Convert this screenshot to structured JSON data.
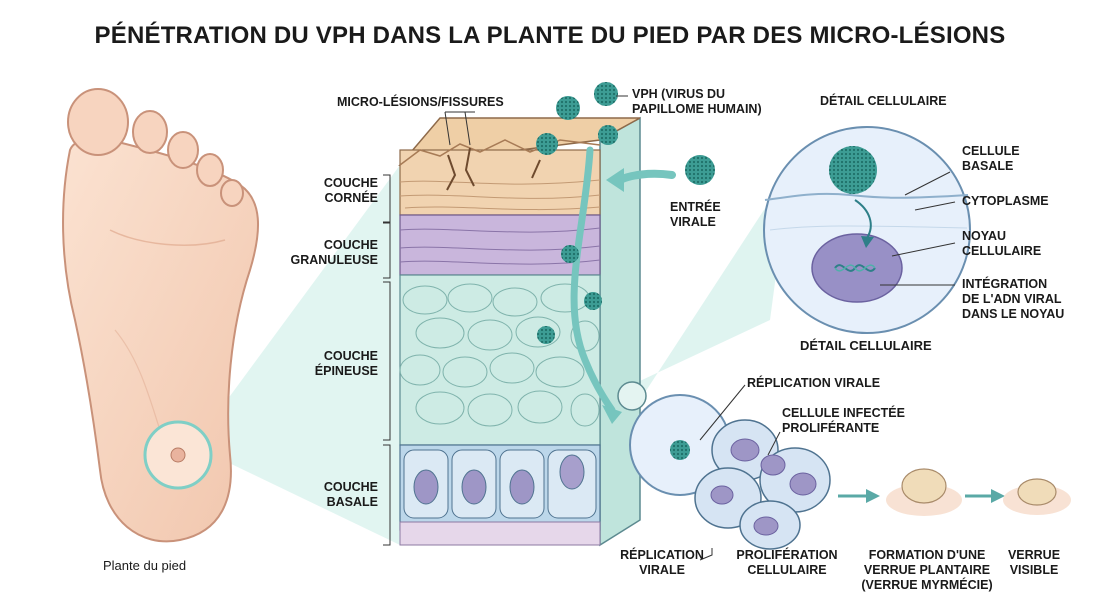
{
  "title": "PÉNÉTRATION DU VPH DANS LA PLANTE DU PIED PAR DES MICRO-LÉSIONS",
  "foot_caption": "Plante du pied",
  "labels": {
    "micro_lesions": "MICRO-LÉSIONS/FISSURES",
    "vph_1": "VPH (VIRUS DU",
    "vph_2": "PAPILLOME HUMAIN)",
    "entree_1": "ENTRÉE",
    "entree_2": "VIRALE",
    "cornee_1": "COUCHE",
    "cornee_2": "CORNÉE",
    "granuleuse_1": "COUCHE",
    "granuleuse_2": "GRANULEUSE",
    "epineuse_1": "COUCHE",
    "epineuse_2": "ÉPINEUSE",
    "basale_1": "COUCHE",
    "basale_2": "BASALE",
    "detail_top": "DÉTAIL CELLULAIRE",
    "detail_bottom": "DÉTAIL CELLULAIRE",
    "cellule_basale_1": "CELLULE",
    "cellule_basale_2": "BASALE",
    "cytoplasme": "CYTOPLASME",
    "noyau_1": "NOYAU",
    "noyau_2": "CELLULAIRE",
    "integration_1": "INTÉGRATION",
    "integration_2": "DE L'ADN VIRAL",
    "integration_3": "DANS LE NOYAU",
    "replication_top": "RÉPLICATION VIRALE",
    "infectee_1": "CELLULE INFECTÉE",
    "infectee_2": "PROLIFÉRANTE",
    "replication_b1": "RÉPLICATION",
    "replication_b2": "VIRALE",
    "proliferation_1": "PROLIFÉRATION",
    "proliferation_2": "CELLULAIRE",
    "formation_1": "FORMATION D'UNE",
    "formation_2": "VERRUE PLANTAIRE",
    "formation_3": "(VERRUE MYRMÉCIE)",
    "verrue_1": "VERRUE",
    "verrue_2": "VISIBLE"
  },
  "colors": {
    "skin": "#f6d7c2",
    "skin_outline": "#c9927a",
    "stratum_corneum": "#f1d3b0",
    "granular_layer": "#c9b6dc",
    "spinous_layer": "#cdebe4",
    "basal_layer": "#bcd7ea",
    "virus": "#3d9c94",
    "magnifier": "#b7e6df",
    "arrow": "#76c5be"
  }
}
